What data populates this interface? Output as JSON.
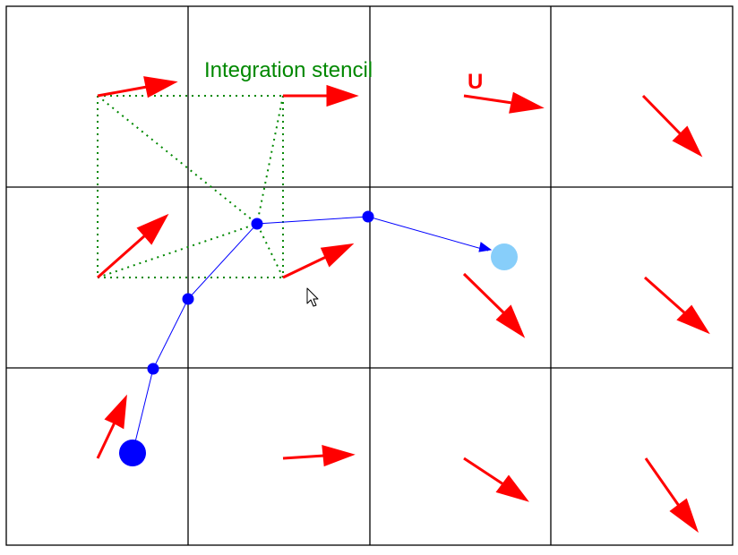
{
  "labels": {
    "stencil": "Integration stencil",
    "velocity": "U"
  },
  "colors": {
    "grid": "#000000",
    "vector": "#ff0000",
    "stencil": "#008800",
    "path": "#0000ff",
    "start_point": "#0000ff",
    "end_point": "#87cefa",
    "label_green": "#008800",
    "label_red": "#ff0000"
  },
  "grid": {
    "columns": 4,
    "rows": 3
  },
  "icons": {
    "cursor": "mouse-pointer-icon"
  }
}
